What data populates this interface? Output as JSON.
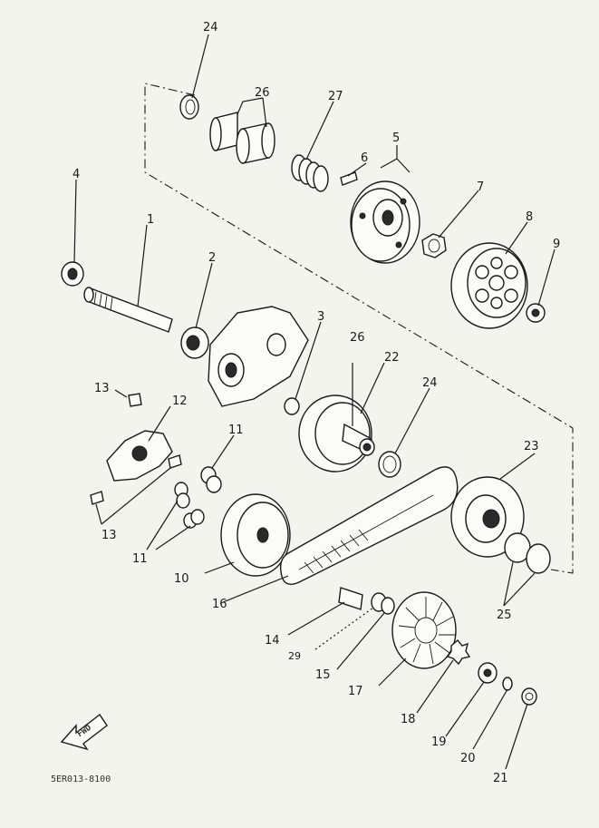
{
  "diagram": {
    "code": "5ER013-8100",
    "fwd_label": "FWD",
    "callouts": [
      "24",
      "26",
      "27",
      "5",
      "6",
      "7",
      "8",
      "9",
      "4",
      "1",
      "2",
      "3",
      "26",
      "22",
      "24",
      "13",
      "12",
      "11",
      "13",
      "11",
      "10",
      "16",
      "23",
      "25",
      "14",
      "29",
      "15",
      "17",
      "18",
      "19",
      "20",
      "21"
    ]
  },
  "colors": {
    "ink": "#1a1a1a",
    "paper": "#f4f4ef"
  }
}
